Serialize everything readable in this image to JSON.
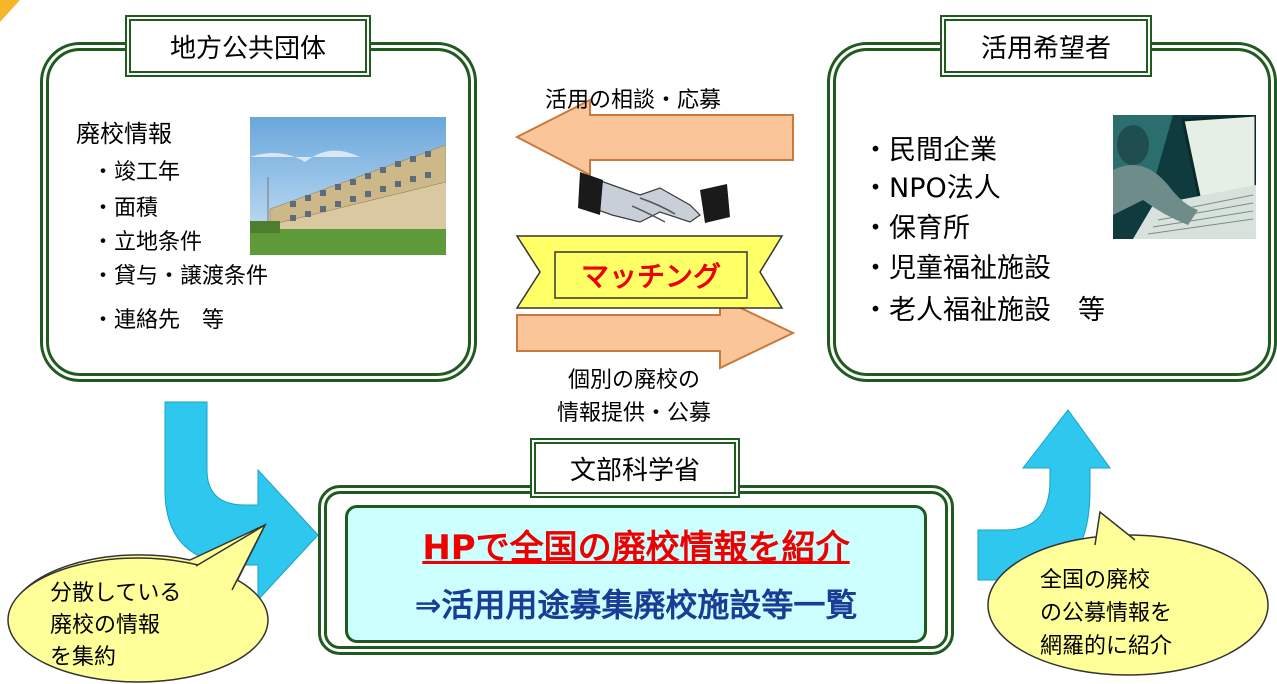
{
  "local_gov": {
    "title": "地方公共団体",
    "heading": "廃校情報",
    "items": [
      "・竣工年",
      "・面積",
      "・立地条件",
      "・貸与・譲渡条件",
      "・連絡先　等"
    ]
  },
  "applicants": {
    "title": "活用希望者",
    "items": [
      "・民間企業",
      "・NPO法人",
      "・保育所",
      "・児童福祉施設",
      "・老人福祉施設　等"
    ]
  },
  "flows": {
    "top_label": "活用の相談・応募",
    "bottom_label_line1": "個別の廃校の",
    "bottom_label_line2": "情報提供・公募",
    "matching": "マッチング"
  },
  "ministry": {
    "title": "文部科学省",
    "headline": "HPで全国の廃校情報を紹介",
    "subline": "⇒活用用途募集廃校施設等一覧"
  },
  "bubbles": {
    "left": [
      "分散している",
      "廃校の情報",
      "を集約"
    ],
    "right": [
      "全国の廃校",
      "の公募情報を",
      "網羅的に紹介"
    ]
  },
  "colors": {
    "frame_green": "#1f5a1f",
    "arrow_peach": "#fbc59a",
    "arrow_blue": "#2ec8ef",
    "bubble_yellow": "#ffff99",
    "banner_yellow": "#ffff66",
    "ministry_fill": "#ccffff",
    "headline_red": "#ee0000",
    "subline_blue": "#1a3c96"
  },
  "icons": [
    "school-photo",
    "handshake-icon",
    "computer-user-photo"
  ]
}
